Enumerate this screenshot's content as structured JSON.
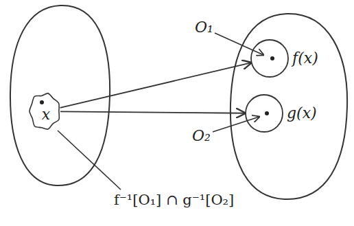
{
  "diagram": {
    "nodes": [
      {
        "text": [
          "x"
        ]
      },
      {
        "text": [
          "f(x)"
        ]
      },
      {
        "text": [
          "g(x)"
        ]
      }
    ],
    "edges": [
      {
        "from": 0,
        "to": 1,
        "arrow": "to"
      },
      {
        "from": 0,
        "to": 2,
        "arrow": "to"
      }
    ],
    "labels": [
      "O₁",
      "O₂",
      "f⁻¹[O₁] ∩ g⁻¹[O₂]"
    ]
  }
}
